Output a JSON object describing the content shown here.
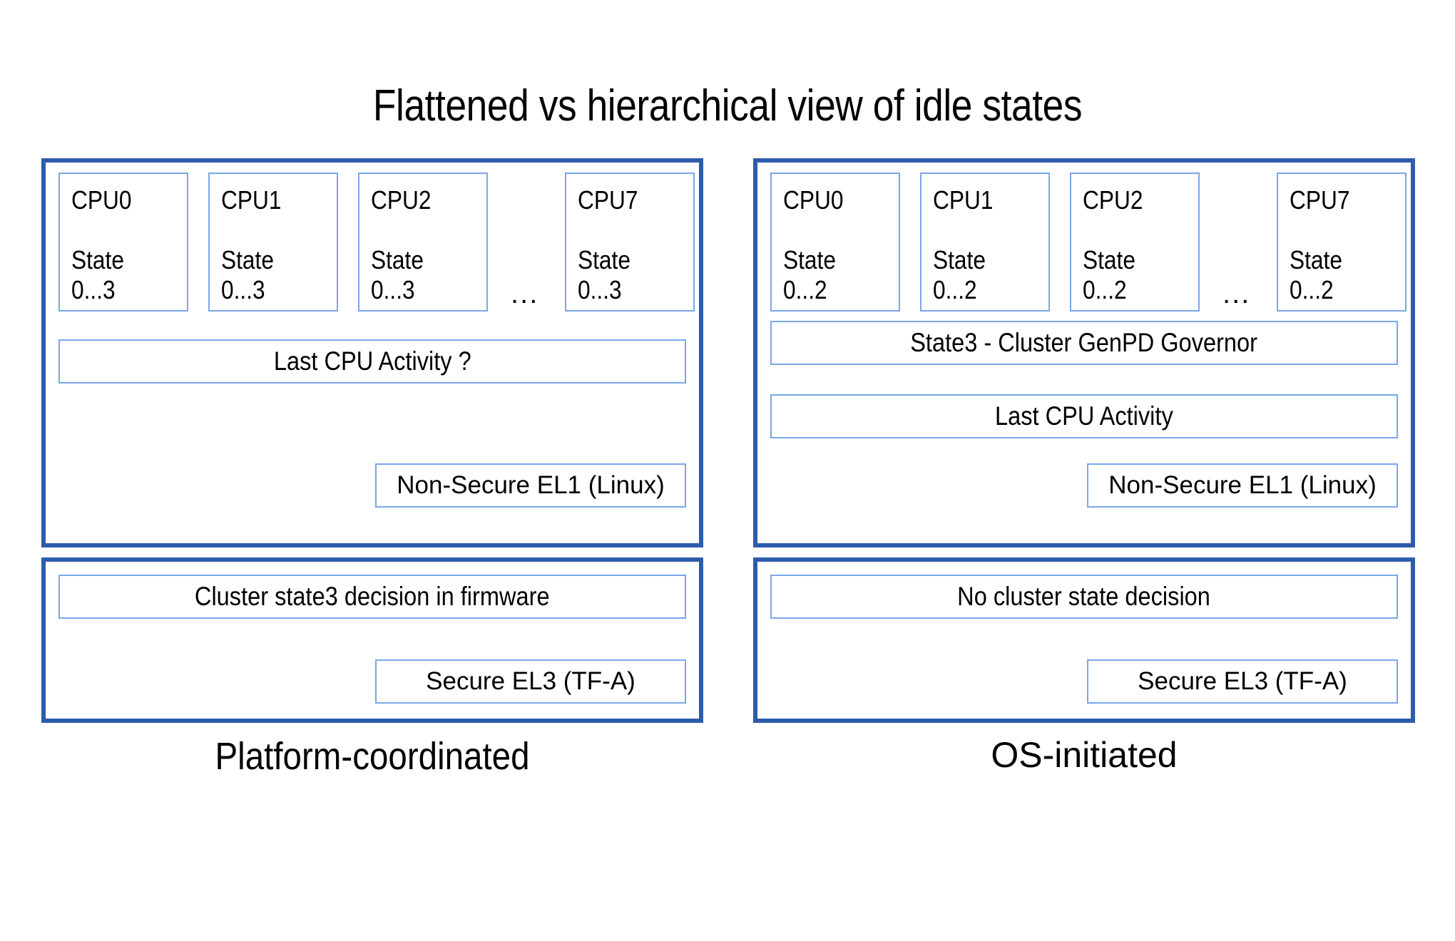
{
  "title": "Flattened vs hierarchical view of idle states",
  "panels": [
    {
      "id": "platform-coordinated",
      "caption": "Platform-coordinated",
      "os_panel": {
        "cpus": [
          {
            "name": "CPU0",
            "state": "State\n0...3"
          },
          {
            "name": "CPU1",
            "state": "State\n0...3"
          },
          {
            "name": "CPU2",
            "state": "State\n0...3"
          },
          {
            "name": "CPU7",
            "state": "State\n0...3"
          }
        ],
        "ellipsis": "...",
        "bars": [
          "Last CPU Activity ?"
        ],
        "exception_level": "Non-Secure EL1 (Linux)"
      },
      "fw_panel": {
        "bars": [
          "Cluster state3 decision in firmware"
        ],
        "exception_level": "Secure EL3 (TF-A)"
      }
    },
    {
      "id": "os-initiated",
      "caption": "OS-initiated",
      "os_panel": {
        "cpus": [
          {
            "name": "CPU0",
            "state": "State\n0...2"
          },
          {
            "name": "CPU1",
            "state": "State\n0...2"
          },
          {
            "name": "CPU2",
            "state": "State\n0...2"
          },
          {
            "name": "CPU7",
            "state": "State\n0...2"
          }
        ],
        "ellipsis": "...",
        "bars": [
          "State3 - Cluster GenPD Governor",
          "Last CPU Activity"
        ],
        "exception_level": "Non-Secure EL1 (Linux)"
      },
      "fw_panel": {
        "bars": [
          "No cluster state decision"
        ],
        "exception_level": "Secure EL3 (TF-A)"
      }
    }
  ],
  "colors": {
    "panel_border": "#2E5CAC",
    "box_border": "#7BA7E8",
    "background": "#FFFFFF",
    "text": "#000000"
  }
}
